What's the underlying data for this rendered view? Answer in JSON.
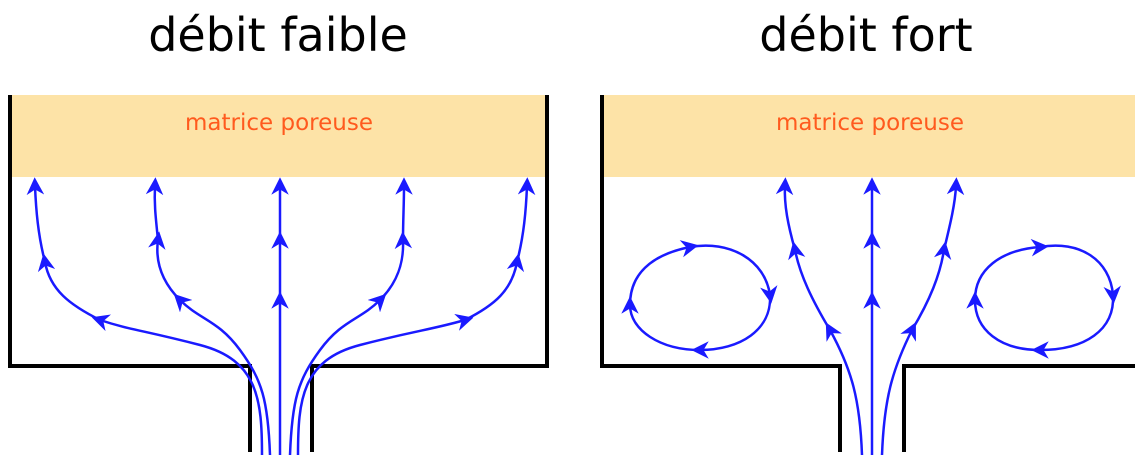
{
  "panels": [
    {
      "title": "débit faible",
      "matrix_label": "matrice poreuse"
    },
    {
      "title": "débit fort",
      "matrix_label": "matrice poreuse"
    }
  ],
  "colors": {
    "matrix_fill": "#fde3a7",
    "matrix_text": "#ff5a1e",
    "flow_lines": "#1a1aff",
    "walls": "#000000"
  }
}
